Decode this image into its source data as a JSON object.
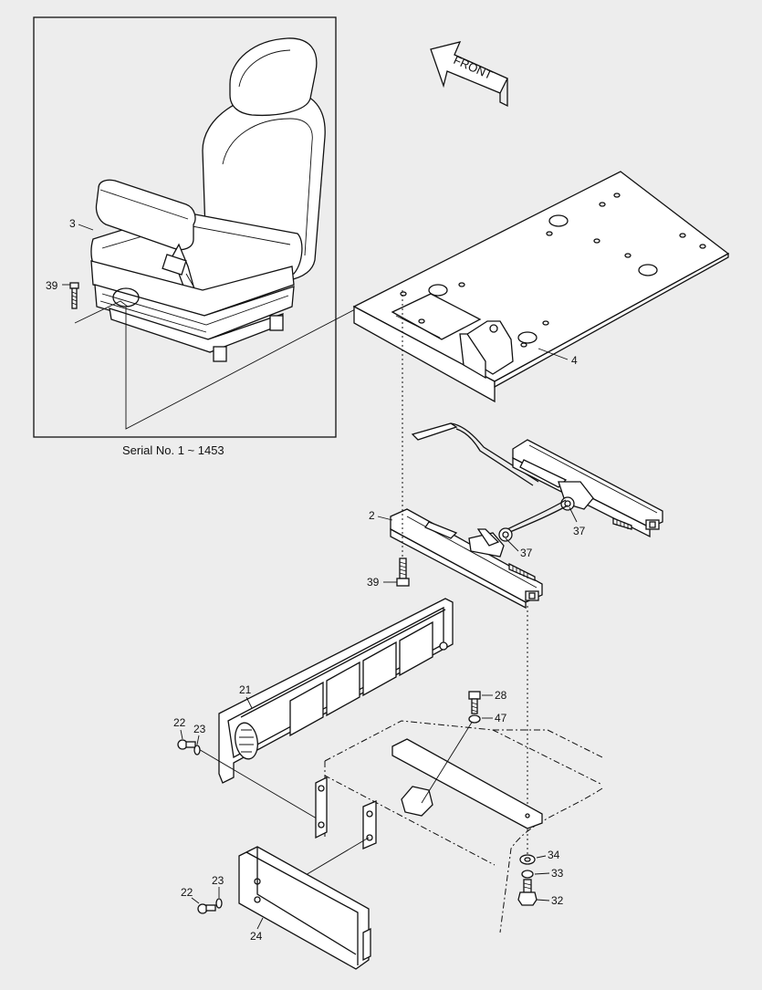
{
  "diagram": {
    "front_label": "FRONT",
    "inset_caption": "Serial No. 1 ~ 1453",
    "callouts": {
      "c3": "3",
      "c39_inset": "39",
      "c4": "4",
      "c2": "2",
      "c37_a": "37",
      "c37_b": "37",
      "c39": "39",
      "c21": "21",
      "c28": "28",
      "c47": "47",
      "c22_a": "22",
      "c23_a": "23",
      "c34": "34",
      "c33": "33",
      "c22_b": "22",
      "c23_b": "23",
      "c32": "32",
      "c24": "24"
    }
  }
}
